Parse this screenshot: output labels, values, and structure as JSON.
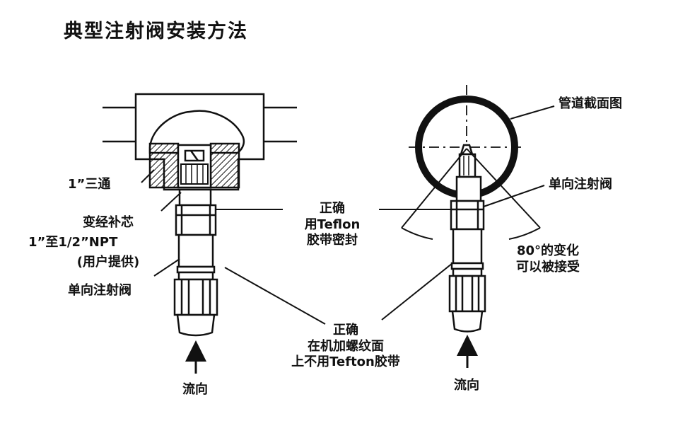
{
  "title": "典型注射阀安装方法",
  "labels": {
    "tee": "1”三通",
    "reducer_line1": "变经补芯",
    "reducer_line2": "1”至1/2”NPT",
    "reducer_line3": "(用户提供)",
    "check_valve_left": "单向注射阀",
    "flow_left": "流向",
    "pipe_section": "管道截面图",
    "check_valve_right": "单向注射阀",
    "teflon_correct_line1": "正确",
    "teflon_correct_line2": "用Teflon",
    "teflon_correct_line3": "胶带密封",
    "angle_line1": "80°的变化",
    "angle_line2": "可以被接受",
    "machined_line1": "正确",
    "machined_line2": "在机加螺纹面",
    "machined_line3": "上不用Tefton胶带",
    "flow_right": "流向"
  },
  "colors": {
    "ink": "#111111",
    "paper": "#ffffff"
  }
}
